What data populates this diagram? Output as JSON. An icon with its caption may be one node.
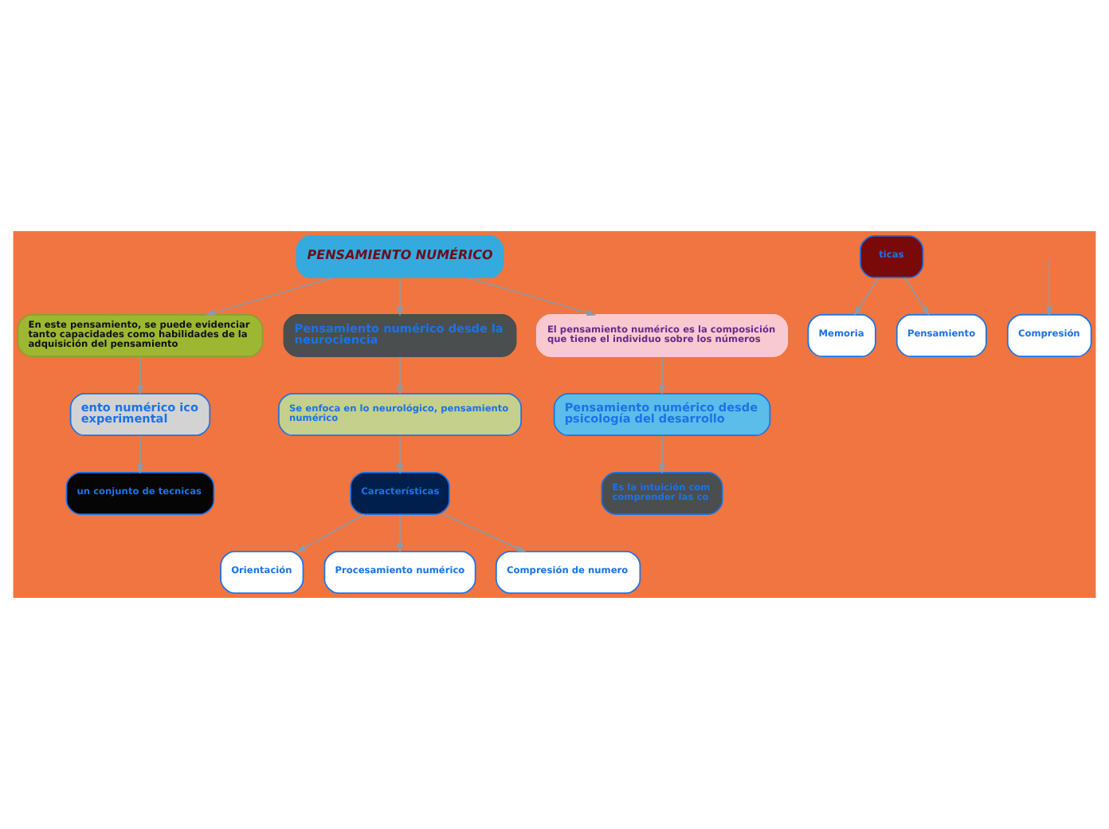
{
  "diagram": {
    "nodes": [
      {
        "text": [
          "PENSAMIENTO NUMÉRICO"
        ]
      },
      {
        "text": [
          "En este pensamiento, se puede evidenciar tanto capacidades como habilidades de la adquisición del pensamiento"
        ]
      },
      {
        "text": [
          "El pensamiento numérico es la composición que tiene el individuo sobre los números"
        ]
      },
      {
        "text": [
          "ento numérico ico experimental"
        ]
      },
      {
        "text": [
          "un conjunto de tecnicas"
        ]
      },
      {
        "text": [
          "ticas"
        ]
      },
      {
        "text": [
          "Memoria"
        ]
      },
      {
        "text": [
          "Pensamiento"
        ]
      },
      {
        "text": [
          "Pensamiento numérico desde la neurociencia"
        ]
      },
      {
        "text": [
          "Se enfoca en lo neurológico, pensamiento numérico"
        ]
      },
      {
        "text": [
          "Características"
        ]
      },
      {
        "text": [
          "Orientación"
        ]
      },
      {
        "text": [
          "Procesamiento numérico"
        ]
      },
      {
        "text": [
          "Compresión de numero"
        ]
      },
      {
        "text": [
          "Pensamiento numérico desde psicología del desarrollo"
        ]
      },
      {
        "text": [
          "Es la intuición com comprender las co"
        ]
      },
      {
        "text": [
          "Compresión"
        ]
      }
    ],
    "edges": [
      {
        "from": 0,
        "to": 1,
        "arrow": "to"
      },
      {
        "from": 0,
        "to": 8,
        "arrow": "to"
      },
      {
        "from": 0,
        "to": 2,
        "arrow": "to"
      },
      {
        "from": 1,
        "to": 3,
        "arrow": "to"
      },
      {
        "from": 3,
        "to": 4,
        "arrow": "to"
      },
      {
        "from": 5,
        "to": 6,
        "arrow": "to"
      },
      {
        "from": 5,
        "to": 7,
        "arrow": "to"
      },
      {
        "from": 8,
        "to": 9,
        "arrow": "to"
      },
      {
        "from": 9,
        "to": 10,
        "arrow": "to"
      },
      {
        "from": 10,
        "to": 11,
        "arrow": "to"
      },
      {
        "from": 10,
        "to": 12,
        "arrow": "to"
      },
      {
        "from": 10,
        "to": 13,
        "arrow": "to"
      },
      {
        "from": 2,
        "to": 14,
        "arrow": "to"
      },
      {
        "from": 14,
        "to": 15,
        "arrow": "to"
      },
      {
        "from": null,
        "to": 16,
        "arrow": "to"
      }
    ]
  }
}
